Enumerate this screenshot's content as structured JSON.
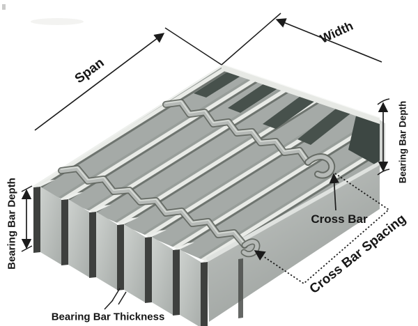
{
  "diagram": {
    "type": "steel-bar-grating-dimension-diagram",
    "labels": {
      "span": "Span",
      "width": "Width",
      "bearing_bar_depth_left": "Bearing Bar Depth",
      "bearing_bar_depth_right": "Bearing Bar Depth",
      "cross_bar": "Cross Bar",
      "cross_bar_spacing": "Cross Bar Spacing",
      "bearing_bar_thickness": "Bearing Bar Thickness"
    },
    "colors": {
      "background": "#ffffff",
      "ink": "#1b1b1b",
      "steel_top_light": "#e9ebe7",
      "steel_top_mid": "#a5aaa7",
      "steel_top_shadow": "#6e746f",
      "steel_gap_dark": "#47514c",
      "bar_end_dark": "#3e403e",
      "bar_face_light": "#c9cdca",
      "bar_face_dim": "#9ba09d"
    },
    "bearing_bar_count_visible": 7,
    "cross_bar_count_visible": 2
  }
}
